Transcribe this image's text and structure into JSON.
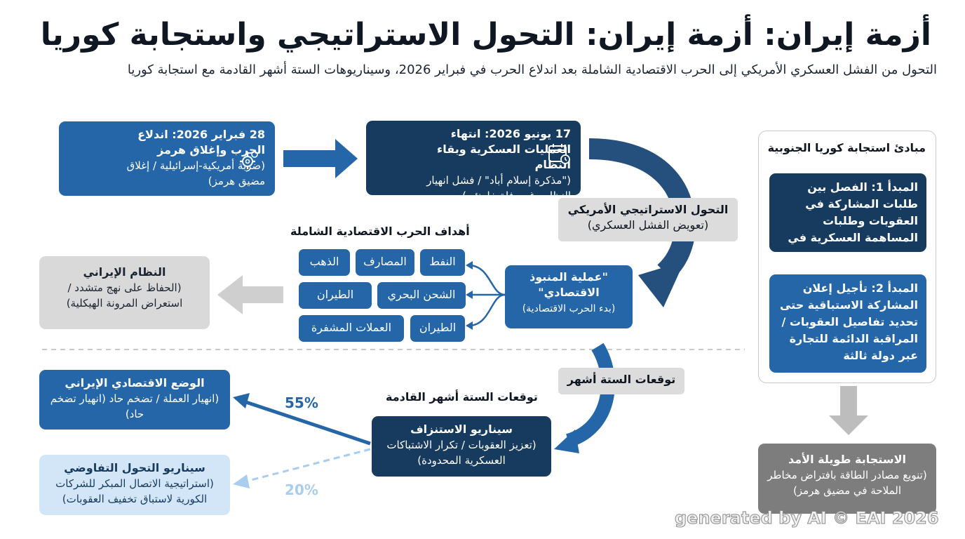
{
  "header": {
    "title": "أزمة إيران: أزمة إيران: التحول الاستراتيجي واستجابة كوريا",
    "subtitle": "التحول من الفشل العسكري الأمريكي إلى الحرب الاقتصادية الشاملة بعد اندلاع الحرب في فبراير 2026، وسيناريوهات الستة أشهر القادمة مع استجابة كوريا"
  },
  "events": {
    "outbreak": {
      "title": "28 فبراير 2026: اندلاع الحرب وإغلاق هرمز",
      "detail": "(ضربة أمريكية-إسرائيلية / إغلاق مضيق هرمز)",
      "icon": "gear-icon"
    },
    "end_ops": {
      "title": "17 يونيو 2026: انتهاء العمليات العسكرية وبقاء النظام",
      "detail": "(\"مذكرة إسلام أباد\" / فشل انهيار النظام رغم وفاة خامنئي)",
      "icon": "calendar-icon"
    }
  },
  "shift_label": {
    "title": "التحول الاستراتيجي الأمريكي",
    "detail": "(تعويض الفشل العسكري)"
  },
  "operation": {
    "title": "\"عملية المنبوذ الاقتصادي\"",
    "detail": "(بدء الحرب الاقتصادية)"
  },
  "war_goals": {
    "heading": "أهداف الحرب الاقتصادية الشاملة",
    "items": [
      "النفط",
      "المصارف",
      "الذهب",
      "الشحن البحري",
      "الطيران",
      "الطيران",
      "العملات المشفرة"
    ]
  },
  "iran_regime": {
    "title": "النظام الإيراني",
    "detail": "(الحفاظ على نهج متشدد / استعراض المرونة الهيكلية)"
  },
  "forecast_label": "توقعات الستة أشهر",
  "scenarios": {
    "heading": "توقعات الستة أشهر القادمة",
    "attrition": {
      "title": "سيناريو الاستنزاف",
      "detail": "(تعزيز العقوبات / تكرار الاشتباكات العسكرية المحدودة)"
    },
    "econ": {
      "title": "الوضع الاقتصادي الإيراني",
      "detail": "(انهيار العملة / تضخم حاد (انهيار تضخم حاد)",
      "percent": "55%"
    },
    "negotiation": {
      "title": "سيناريو التحول التفاوضي",
      "detail": "(استراتيجية الاتصال المبكر للشركات الكورية لاستباق تخفيف العقوبات)",
      "percent": "20%"
    }
  },
  "korea": {
    "heading": "مبادئ استجابة كوريا الجنوبية",
    "principle1": {
      "title": "المبدأ 1: الفصل بين طلبات المشاركة في العقوبات وطلبات المساهمة العسكرية في هرمز"
    },
    "principle2": {
      "title": "المبدأ 2: تأجيل إعلان المشاركة الاستباقية حتى تحديد تفاصيل العقوبات / المراقبة الدائمة للتجارة عبر دولة ثالثة"
    },
    "long_term": {
      "title": "الاستجابة طويلة الأمد",
      "detail": "(تنويع مصادر الطاقة بافتراض مخاطر الملاحة في مضيق هرمز)"
    }
  },
  "watermark": "generated by AI © EAI 2026",
  "colors": {
    "mid_blue": "#2466a7",
    "dark_navy": "#173b5f",
    "light_blue": "#d3e6f8",
    "gray": "#d9d9d9",
    "dark_gray": "#7d7d7d"
  }
}
